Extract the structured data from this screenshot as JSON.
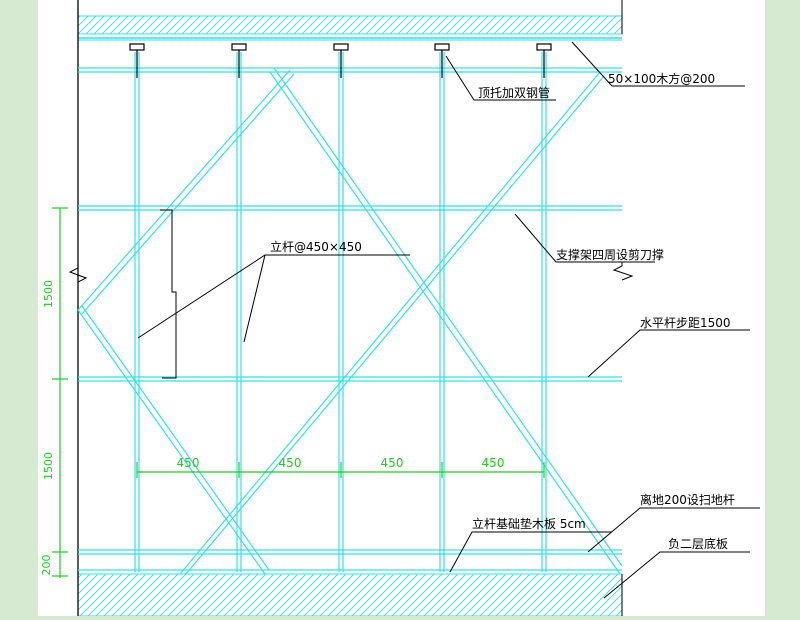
{
  "colors": {
    "background": "#d6ead2",
    "paper": "#ffffff",
    "scaffold": "#35e0e8",
    "dimension": "#22cc22",
    "ink": "#000000"
  },
  "annotations": {
    "top_timber": "50×100木方@200",
    "top_support": "顶托加双钢管",
    "scissor_brace": "支撑架四周设剪刀撑",
    "vertical_pole": "立杆@450×450",
    "horizontal_bar": "水平杆步距1500",
    "sweep_bar": "离地200设扫地杆",
    "base_board": "立杆基础垫木板 5cm",
    "floor_slab": "负二层底板"
  },
  "dimensions": {
    "horizontal": [
      "450",
      "450",
      "450",
      "450"
    ],
    "vertical": [
      "1500",
      "1500",
      "200"
    ]
  }
}
